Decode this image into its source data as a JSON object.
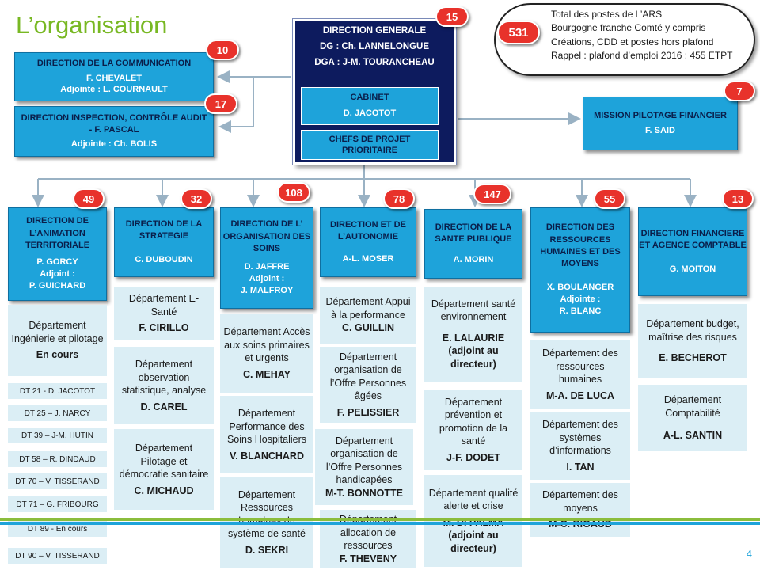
{
  "title": "L’organisation",
  "callout": {
    "count": "531",
    "lines": [
      "Total des postes de l ’ARS",
      "Bourgogne franche Comté y compris",
      "Créations, CDD et postes hors plafond",
      "Rappel : plafond d’emploi 2016  : 455 ETPT"
    ]
  },
  "dg": {
    "badge": "15",
    "title": "DIRECTION GENERALE",
    "dg": "DG : Ch. LANNELONGUE",
    "dga": "DGA : J-M. TOURANCHEAU",
    "cabinet": "CABINET",
    "cabinet_name": "D. JACOTOT",
    "chefs": "CHEFS DE PROJET PRIORITAIRE"
  },
  "communication": {
    "badge": "10",
    "title": "DIRECTION DE LA COMMUNICATION",
    "name": "F. CHEVALET",
    "adjoint": "Adjointe : L. COURNAULT"
  },
  "inspection": {
    "badge": "17",
    "title": "DIRECTION INSPECTION, CONTRÔLE AUDIT - F. PASCAL",
    "adjoint": "Adjointe : Ch. BOLIS"
  },
  "mission": {
    "badge": "7",
    "title": "MISSION PILOTAGE FINANCIER",
    "name": "F. SAID"
  },
  "dat": {
    "badge": "49",
    "title": "DIRECTION DE L’ANIMATION TERRITORIALE",
    "name": "P. GORCY",
    "adjoint_label": "Adjoint :",
    "adjoint": "P. GUICHARD",
    "dept": {
      "label": "Département Ingénierie et pilotage",
      "who": "En cours"
    },
    "dts": [
      "DT 21 -  D. JACOTOT",
      "DT 25 – J. NARCY",
      "DT 39 – J-M. HUTIN",
      "DT 58 – R. DINDAUD",
      "DT 70 – V. TISSERAND",
      "DT 71 – G. FRIBOURG",
      "DT 89  - En cours",
      "DT 90 – V. TISSERAND"
    ]
  },
  "strategie": {
    "badge": "32",
    "title": "DIRECTION DE LA STRATEGIE",
    "name": "C. DUBOUDIN",
    "depts": [
      {
        "label": "Département E-Santé",
        "who": "F. CIRILLO"
      },
      {
        "label": "Département observation statistique, analyse",
        "who": "D. CAREL"
      },
      {
        "label": "Département Pilotage et démocratie sanitaire",
        "who": "C. MICHAUD"
      }
    ]
  },
  "soins": {
    "badge": "108",
    "title": "DIRECTION DE L’ ORGANISATION DES SOINS",
    "name": "D. JAFFRE",
    "adjoint_label": "Adjoint :",
    "adjoint": "J. MALFROY",
    "depts": [
      {
        "label": "Département Accès aux soins primaires et urgents",
        "who": "C. MEHAY"
      },
      {
        "label": "Département Performance des Soins Hospitaliers",
        "who": "V. BLANCHARD"
      },
      {
        "label": "Département Ressources humaines du système de santé",
        "who": "D. SEKRI"
      }
    ]
  },
  "autonomie": {
    "badge": "78",
    "title": "DIRECTION ET DE L’AUTONOMIE",
    "name": "A-L. MOSER",
    "depts": [
      {
        "label": "Département Appui à la performance",
        "who": "C. GUILLIN"
      },
      {
        "label": "Département organisation de l’Offre Personnes âgées",
        "who": "F. PELISSIER"
      },
      {
        "label": "Département organisation de l’Offre Personnes handicapées",
        "who": "M-T. BONNOTTE"
      },
      {
        "label": "Département allocation de ressources",
        "who": "F. THEVENY"
      }
    ]
  },
  "sante": {
    "badge": "147",
    "title": "DIRECTION DE LA SANTE PUBLIQUE",
    "name": "A. MORIN",
    "depts": [
      {
        "label": "Département santé environnement",
        "who": "E. LALAURIE (adjoint au directeur)"
      },
      {
        "label": "Département prévention et promotion de la santé",
        "who": "J-F. DODET"
      },
      {
        "label": "Département qualité alerte et crise",
        "who": "M. DI PALMA (adjoint au directeur)"
      }
    ]
  },
  "rh": {
    "badge": "55",
    "title": "DIRECTION DES RESSOURCES HUMAINES ET DES MOYENS",
    "name": "X. BOULANGER",
    "adjoint_label": "Adjointe :",
    "adjoint": "R. BLANC",
    "depts": [
      {
        "label": "Département des ressources humaines",
        "who": "M-A. DE LUCA"
      },
      {
        "label": "Département des systèmes d’informations",
        "who": "I. TAN"
      },
      {
        "label": "Département des moyens",
        "who": "M-C. RIGAUD"
      }
    ]
  },
  "financiere": {
    "badge": "13",
    "title": "DIRECTION FINANCIERE ET AGENCE COMPTABLE",
    "name": "G. MOITON",
    "depts": [
      {
        "label": "Département budget, maîtrise des risques",
        "who": "E. BECHEROT"
      },
      {
        "label": "Département Comptabilité",
        "who": "A-L. SANTIN"
      }
    ]
  },
  "footer": {
    "page": "4"
  }
}
